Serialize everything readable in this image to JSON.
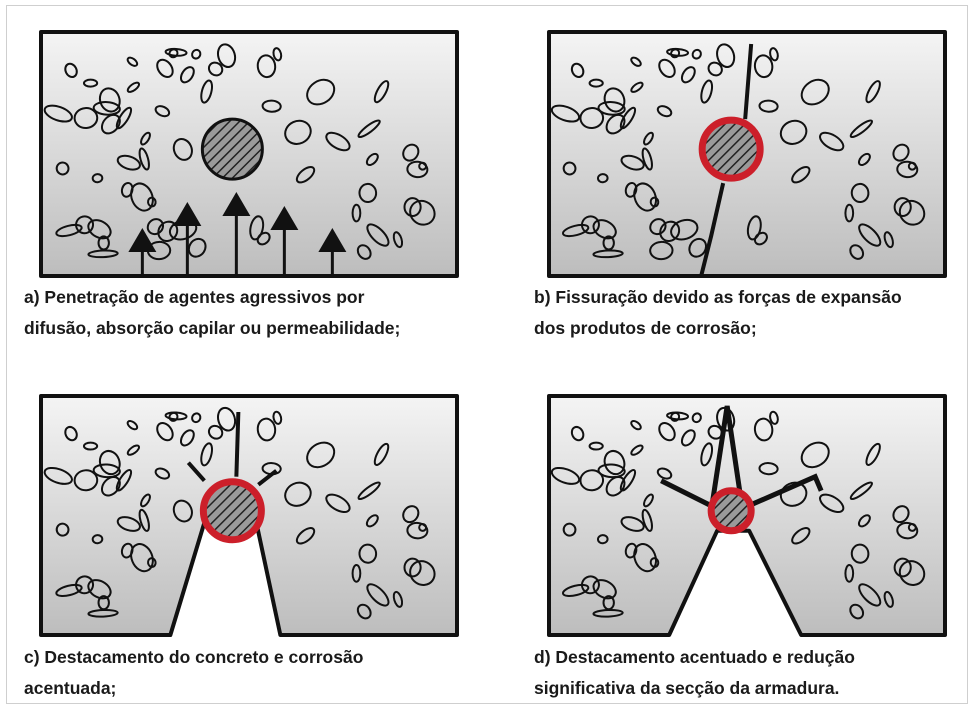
{
  "panels": [
    {
      "id": "a",
      "caption_line1": "a) Penetração de agentes agressivos por",
      "caption_line2": "difusão, absorção capilar ou permeabilidade;",
      "stage": "penetration"
    },
    {
      "id": "b",
      "caption_line1": "b) Fissuração devido as forças de expansão",
      "caption_line2": "dos produtos de corrosão;",
      "stage": "cracking"
    },
    {
      "id": "c",
      "caption_line1": "c) Destacamento do concreto e corrosão",
      "caption_line2": "acentuada;",
      "stage": "spalling"
    },
    {
      "id": "d",
      "caption_line1": "d) Destacamento acentuado e redução",
      "caption_line2": "significativa da secção da armadura.",
      "stage": "severe-spalling"
    }
  ],
  "colors": {
    "concrete_top": "#f4f4f4",
    "concrete_bottom": "#bdbdbd",
    "outline": "#111111",
    "corrosion_ring": "#cc1f2a",
    "rebar_fill": "#6d6d6d"
  }
}
